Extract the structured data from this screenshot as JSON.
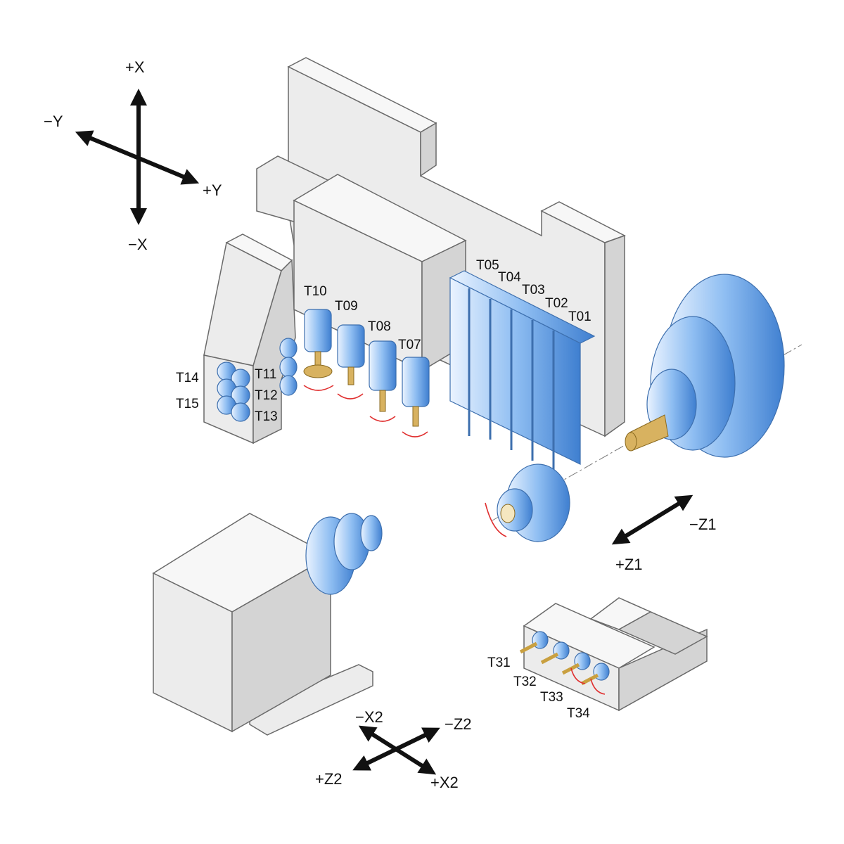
{
  "axes_main": {
    "plus_x": "+X",
    "minus_x": "−X",
    "plus_y": "+Y",
    "minus_y": "−Y"
  },
  "axes_z1": {
    "minus_z1": "−Z1",
    "plus_z1": "+Z1"
  },
  "axes_lower": {
    "minus_x2": "−X2",
    "plus_x2": "+X2",
    "minus_z2": "−Z2",
    "plus_z2": "+Z2"
  },
  "turret_tools": [
    "T05",
    "T04",
    "T03",
    "T02",
    "T01"
  ],
  "live_tools": [
    "T10",
    "T09",
    "T08",
    "T07"
  ],
  "side_tools_left": [
    "T14",
    "T15"
  ],
  "side_tools_right": [
    "T11",
    "T12",
    "T13"
  ],
  "lower_tools": [
    "T31",
    "T32",
    "T33",
    "T34"
  ],
  "colors": {
    "tool_blue": "#6fa8e8",
    "body_gray": "#ececec",
    "rotation_red": "#e03030",
    "shank_gold": "#d8b260"
  }
}
